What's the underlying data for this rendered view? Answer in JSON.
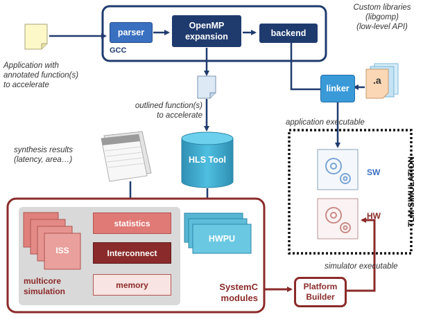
{
  "gcc": {
    "label": "GCC",
    "parser": "parser",
    "openmp_line1": "OpenMP",
    "openmp_line2": "expansion",
    "backend": "backend"
  },
  "inputs": {
    "app_line1": "Application with",
    "app_line2": "annotated function(s)",
    "app_line3": "to accelerate"
  },
  "libraries": {
    "line1": "Custom libraries",
    "line2": "(libgomp)",
    "line3": "(low-level API)",
    "file_ext": ".a"
  },
  "linker": {
    "label": "linker",
    "output": "application executable"
  },
  "outlined": {
    "line1": "outlined function(s)",
    "line2": "to accelerate"
  },
  "synthesis": {
    "line1": "synthesis results",
    "line2": "(latency, area…)"
  },
  "hls": {
    "label": "HLS Tool"
  },
  "systemc": {
    "iss": "ISS",
    "multicore_line1": "multicore",
    "multicore_line2": "simulation",
    "statistics": "statistics",
    "interconnect": "Interconnect",
    "memory": "memory",
    "hwpu": "HWPU",
    "modules_line1": "SystemC",
    "modules_line2": "modules"
  },
  "tlm": {
    "label": "TLM SIMULATION",
    "sw": "SW",
    "hw": "HW"
  },
  "platform": {
    "line1": "Platform",
    "line2": "Builder",
    "output": "simulator executable"
  },
  "colors": {
    "navy": "#1f3b6e",
    "blue": "#3a70c0",
    "teal": "#35a6c7",
    "maroon": "#8b2a2a",
    "salmon": "#e07a76",
    "note_yellow": "#fcf8c8"
  },
  "icons": [
    "document-icon",
    "gear-icon",
    "notepad-icon",
    "library-files-icon"
  ]
}
